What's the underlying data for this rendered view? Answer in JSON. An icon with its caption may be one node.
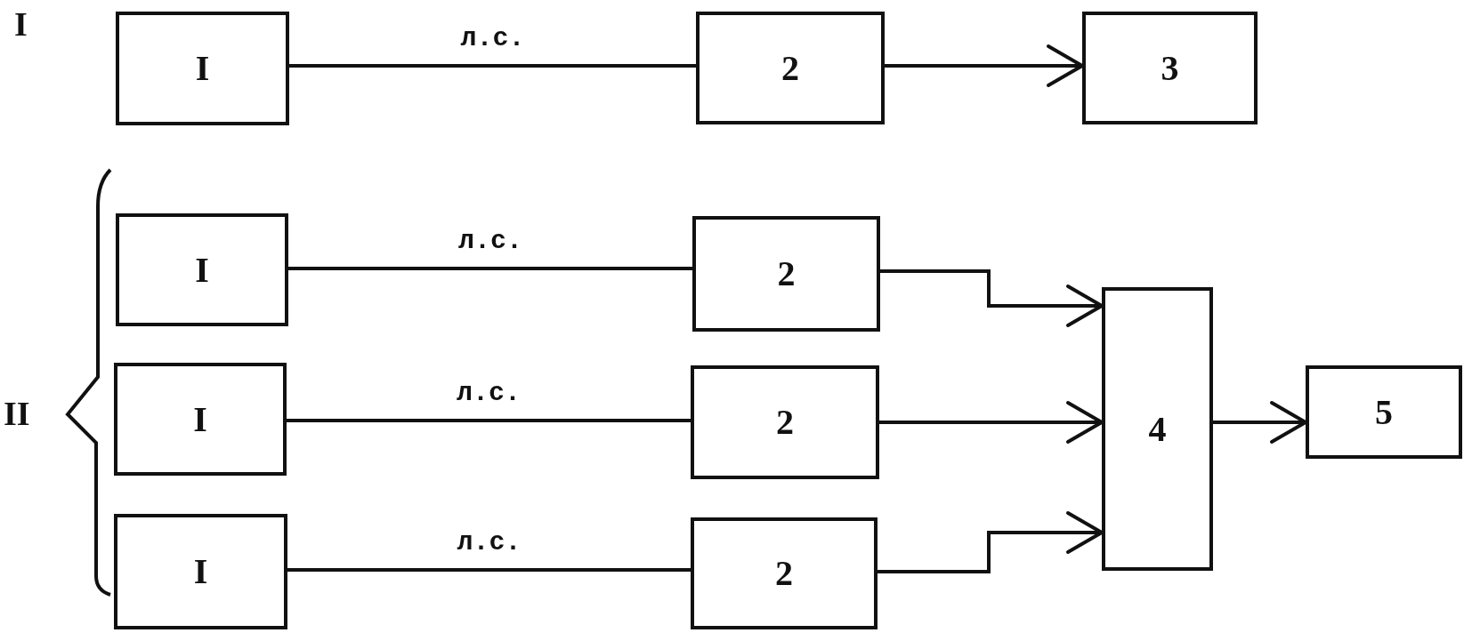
{
  "diagram": {
    "nodes": [
      {
        "text": [
          "I"
        ]
      },
      {
        "text": [
          "2"
        ]
      },
      {
        "text": [
          "3"
        ]
      },
      {
        "text": [
          "I"
        ]
      },
      {
        "text": [
          "2"
        ]
      },
      {
        "text": [
          "I"
        ]
      },
      {
        "text": [
          "2"
        ]
      },
      {
        "text": [
          "4"
        ]
      },
      {
        "text": [
          "5"
        ]
      },
      {
        "text": [
          "I"
        ]
      },
      {
        "text": [
          "2"
        ]
      }
    ],
    "edges": [
      {
        "from": 0,
        "to": 1,
        "arrow": "none",
        "label": "л.с."
      },
      {
        "from": 1,
        "to": 2,
        "arrow": "to"
      },
      {
        "from": 3,
        "to": 4,
        "arrow": "none",
        "label": "л.с."
      },
      {
        "from": 4,
        "to": 7,
        "arrow": "to"
      },
      {
        "from": 5,
        "to": 6,
        "arrow": "none",
        "label": "л.с."
      },
      {
        "from": 6,
        "to": 7,
        "arrow": "to"
      },
      {
        "from": 9,
        "to": 10,
        "arrow": "none",
        "label": "л.с."
      },
      {
        "from": 10,
        "to": 7,
        "arrow": "to"
      },
      {
        "from": 7,
        "to": 8,
        "arrow": "to"
      }
    ],
    "labels": [
      "I",
      "II"
    ]
  }
}
